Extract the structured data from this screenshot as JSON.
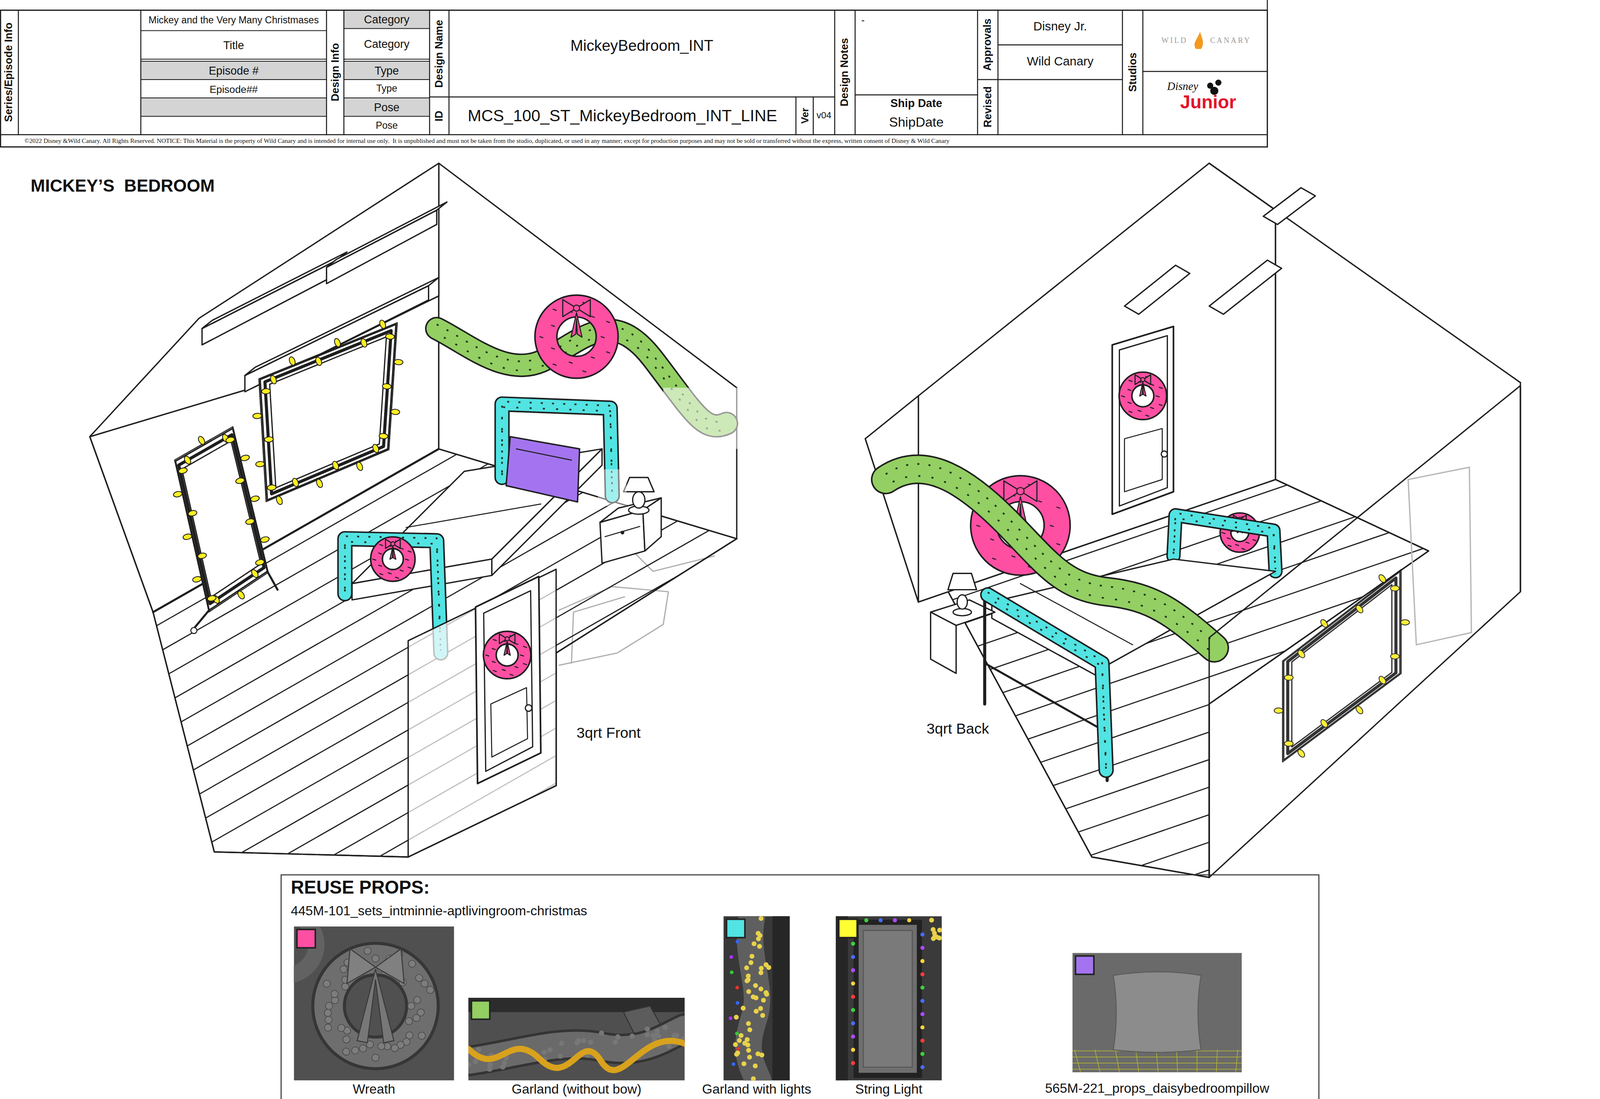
{
  "diagram": {
    "title": "MICKEY’S  BEDROOM",
    "nodes": [
      {
        "text": [
          "REUSE PROPS:",
          "445M-101_sets_intminnie-aptlivingroom-christmas"
        ]
      },
      {
        "text": [
          "Wreath"
        ],
        "in": 0
      },
      {
        "text": [
          "Garland (without bow)"
        ],
        "in": 0
      },
      {
        "text": [
          "Garland with lights"
        ],
        "in": 0
      },
      {
        "text": [
          "String Light"
        ],
        "in": 0
      },
      {
        "text": [
          "565M-221_props_daisybedroompillow"
        ],
        "in": 0
      }
    ],
    "labels": [
      "Series/Episode Info",
      "Mickey and the Very Many Christmases",
      "Title",
      "Episode #",
      "Episode##",
      "Design Info",
      "Category",
      "Category",
      "Type",
      "Type",
      "Pose",
      "Pose",
      "Design Name",
      "MickeyBedroom_INT",
      "ID",
      "MCS_100_ST_MickeyBedroom_INT_LINE",
      "Ver",
      "v04",
      "Design Notes",
      "-",
      "Ship Date",
      "ShipDate",
      "Approvals",
      "Disney Jr.",
      "Wild Canary",
      "Revised",
      "Studios",
      "WILD",
      "CANARY",
      "Disney",
      "Junior",
      "©2022 Disney &Wild Canary. All Rights Reserved. NOTICE: This Material is the property of Wild Canary and is intended for internal use only.  It is unpublished and must not be taken from the studio, duplicated, or used in any manner; except for production purposes and may not be sold or transferred without the express, written consent of Disney & Wild Canary",
      "3qrt Front",
      "3qrt Back"
    ]
  }
}
